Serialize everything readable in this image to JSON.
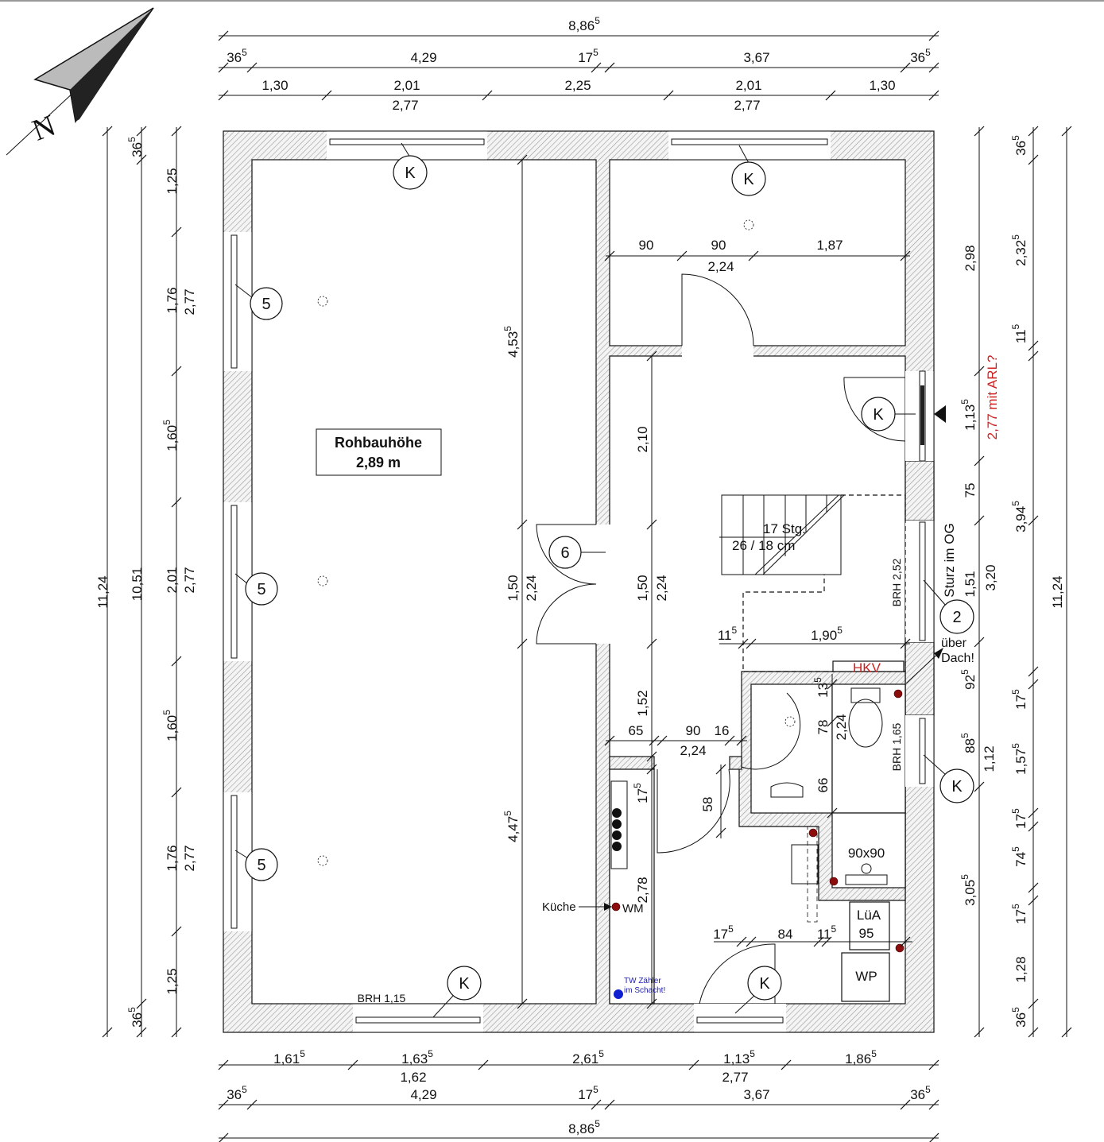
{
  "north": {
    "label": "N"
  },
  "dims": {
    "top": {
      "overall": {
        "v": "8,86",
        "s": "5"
      },
      "row2": [
        {
          "v": "36",
          "s": "5"
        },
        {
          "v": "4,29",
          "s": ""
        },
        {
          "v": "17",
          "s": "5"
        },
        {
          "v": "3,67",
          "s": ""
        },
        {
          "v": "36",
          "s": "5"
        }
      ],
      "row3": [
        {
          "v": "1,30",
          "s": ""
        },
        {
          "v": "2,01",
          "s": ""
        },
        {
          "v": "2,25",
          "s": ""
        },
        {
          "v": "2,01",
          "s": ""
        },
        {
          "v": "1,30",
          "s": ""
        }
      ],
      "row3_sub": [
        "2,77",
        "2,77"
      ]
    },
    "bottom": {
      "row1": [
        {
          "v": "1,61",
          "s": "5"
        },
        {
          "v": "1,63",
          "s": "5"
        },
        {
          "v": "2,61",
          "s": "5"
        },
        {
          "v": "1,13",
          "s": "5"
        },
        {
          "v": "1,86",
          "s": "5"
        }
      ],
      "row1_sub": [
        "1,62",
        "2,77"
      ],
      "row2": [
        {
          "v": "36",
          "s": "5"
        },
        {
          "v": "4,29",
          "s": ""
        },
        {
          "v": "17",
          "s": "5"
        },
        {
          "v": "3,67",
          "s": ""
        },
        {
          "v": "36",
          "s": "5"
        }
      ],
      "overall": {
        "v": "8,86",
        "s": "5"
      }
    },
    "left": {
      "overall": "11,24",
      "mid": [
        {
          "v": "36",
          "s": "5"
        },
        {
          "v": "10,51",
          "s": ""
        },
        {
          "v": "36",
          "s": "5"
        }
      ],
      "inner": [
        {
          "v": "1,25",
          "s": ""
        },
        {
          "v": "1,76",
          "s": ""
        },
        {
          "v": "1,60",
          "s": "5"
        },
        {
          "v": "2,01",
          "s": ""
        },
        {
          "v": "1,60",
          "s": "5"
        },
        {
          "v": "1,76",
          "s": ""
        },
        {
          "v": "1,25",
          "s": ""
        }
      ],
      "inner_sub": [
        "2,77",
        "2,77",
        "2,77"
      ]
    },
    "right": {
      "inner": [
        {
          "v": "2,98",
          "s": ""
        },
        {
          "v": "1,13",
          "s": "5"
        },
        {
          "v": "75",
          "s": ""
        },
        {
          "v": "1,51",
          "s": ""
        },
        {
          "v": "3,20",
          "s": ""
        },
        {
          "v": "92",
          "s": "5"
        },
        {
          "v": "88",
          "s": "5"
        },
        {
          "v": "1,12",
          "s": ""
        },
        {
          "v": "3,05",
          "s": "5"
        }
      ],
      "note": "2,77 mit ARL?",
      "outer": [
        {
          "v": "36",
          "s": "5"
        },
        {
          "v": "2,32",
          "s": "5"
        },
        {
          "v": "11",
          "s": "5"
        },
        {
          "v": "3,94",
          "s": "5"
        },
        {
          "v": "17",
          "s": "5"
        },
        {
          "v": "1,57",
          "s": "5"
        },
        {
          "v": "17",
          "s": "5"
        },
        {
          "v": "74",
          "s": "5"
        },
        {
          "v": "17",
          "s": "5"
        },
        {
          "v": "1,28",
          "s": ""
        },
        {
          "v": "36",
          "s": "5"
        }
      ],
      "overall": "11,24"
    },
    "interior": {
      "left_room": [
        {
          "v": "4,53",
          "s": "5"
        },
        {
          "v": "1,50",
          "s": ""
        },
        {
          "v": "2,24",
          "s": ""
        },
        {
          "v": "4,47",
          "s": "5"
        }
      ],
      "top_room": [
        "90",
        "90",
        "1,87",
        "2,24"
      ],
      "hall_vertical": [
        "2,10",
        "1,50",
        "2,24",
        "1,52",
        "2,78"
      ],
      "hall_horizontal": [
        "65",
        "90",
        "16",
        "2,24"
      ],
      "bath": [
        {
          "v": "17",
          "s": "5"
        },
        {
          "v": "58",
          "s": ""
        },
        {
          "v": "13",
          "s": "5"
        },
        {
          "v": "78",
          "s": ""
        },
        {
          "v": "2,24",
          "s": ""
        },
        {
          "v": "66",
          "s": ""
        }
      ],
      "stair_dims": [
        {
          "v": "11",
          "s": "5"
        },
        {
          "v": "1,90",
          "s": "5"
        }
      ],
      "lower": [
        {
          "v": "17",
          "s": "5"
        },
        {
          "v": "84",
          "s": ""
        },
        {
          "v": "11",
          "s": "5"
        }
      ]
    }
  },
  "labels": {
    "ceiling_height_title": "Rohbauhöhe",
    "ceiling_height_value": "2,89 m",
    "stairs_count": "17 Stg.",
    "stairs_size": "26 / 18 cm",
    "brh_252": "BRH 2,52",
    "brh_165": "BRH 1,65",
    "brh_115": "BRH 1,15",
    "sturz": "Sturz im OG",
    "ueber": "über",
    "dach": "Dach!",
    "hkv": "HKV",
    "shower": "90x90",
    "lua": "LüA",
    "lua_value": "95",
    "wp": "WP",
    "kueche": "Küche",
    "wm": "WM",
    "tw1": "TW Zähler",
    "tw2": "im Schacht!"
  },
  "markers": {
    "k": "K",
    "five": "5",
    "six": "6",
    "two": "2"
  },
  "colors": {
    "wall_hatch": "#9a9a9a",
    "note_red": "#d02020",
    "pipe": "#8b0d0d",
    "meter_blue": "#1020d0"
  }
}
